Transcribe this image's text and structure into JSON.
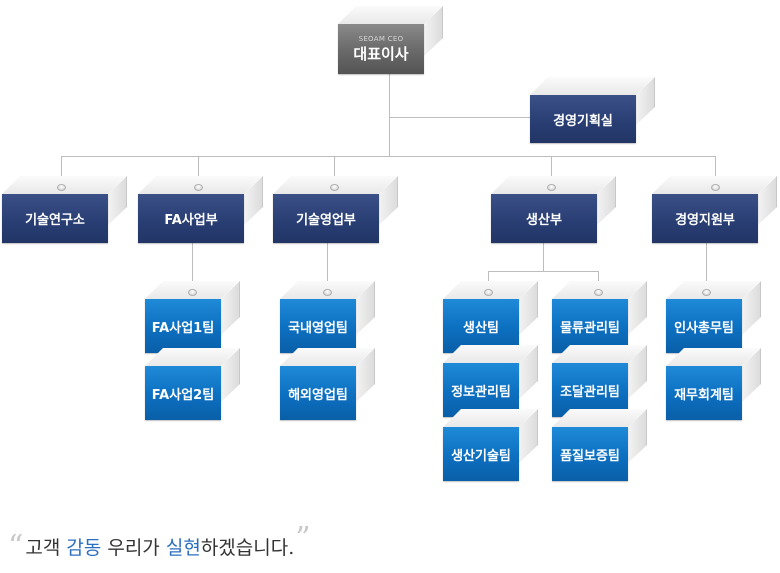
{
  "ceo": {
    "sub": "SEOAM CEO",
    "title": "대표이사"
  },
  "planning": "경영기획실",
  "departments": {
    "rnd": "기술연구소",
    "fa": "FA사업부",
    "tech_sales": "기술영업부",
    "production": "생산부",
    "support": "경영지원부"
  },
  "teams": {
    "fa1": "FA사업1팀",
    "fa2": "FA사업2팀",
    "domestic": "국내영업팀",
    "overseas": "해외영업팀",
    "production": "생산팀",
    "info": "정보관리팀",
    "prod_tech": "생산기술팀",
    "logistics": "물류관리팀",
    "procurement": "조달관리팀",
    "quality": "품질보증팀",
    "hr": "인사총무팀",
    "finance": "재무회계팀"
  },
  "slogan": {
    "p1": "고객 ",
    "h1": "감동",
    "p2": " 우리가 ",
    "h2": "실현",
    "p3": "하겠습니다."
  },
  "colors": {
    "navy": "#283d72",
    "blue": "#0c6fc0",
    "gray": "#6b6b6b",
    "highlight": "#2b6fc0"
  }
}
